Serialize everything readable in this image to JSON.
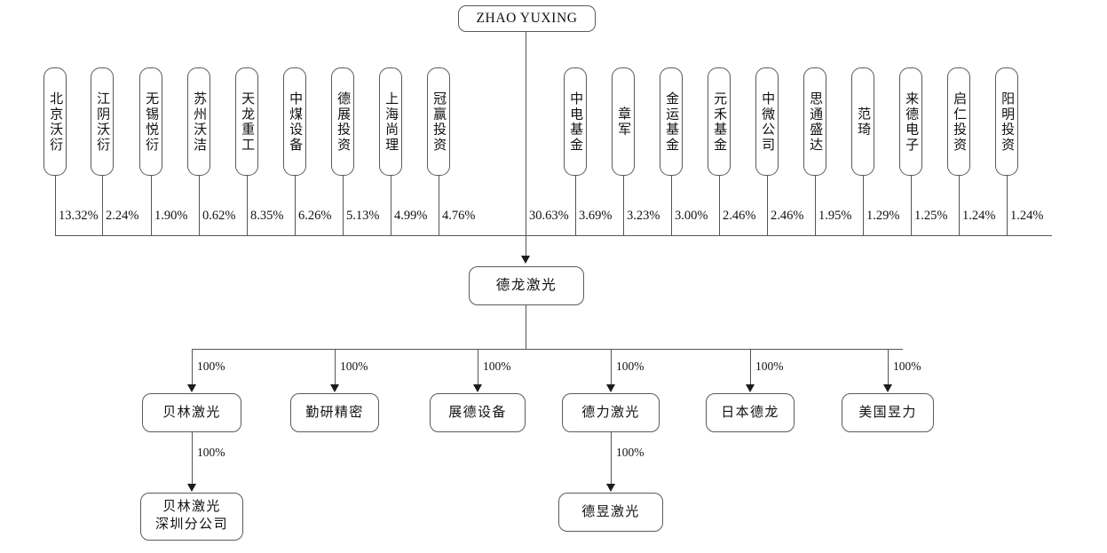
{
  "diagram": {
    "title_node": {
      "label": "ZHAO YUXING"
    },
    "holding_company": {
      "label": "德龙激光"
    },
    "shareholders": [
      {
        "label": "北京沃衍",
        "pct": "13.32%"
      },
      {
        "label": "江阴沃衍",
        "pct": "2.24%"
      },
      {
        "label": "无锡悦衍",
        "pct": "1.90%"
      },
      {
        "label": "苏州沃洁",
        "pct": "0.62%"
      },
      {
        "label": "天龙重工",
        "pct": "8.35%"
      },
      {
        "label": "中煤设备",
        "pct": "6.26%"
      },
      {
        "label": "德展投资",
        "pct": "5.13%"
      },
      {
        "label": "上海尚理",
        "pct": "4.99%"
      },
      {
        "label": "冠赢投资",
        "pct": "4.76%"
      },
      {
        "label": "中电基金",
        "pct": "30.63%"
      },
      {
        "label": "章军",
        "pct": "3.69%"
      },
      {
        "label": "金运基金",
        "pct": "3.23%"
      },
      {
        "label": "元禾基金",
        "pct": "3.00%"
      },
      {
        "label": "中微公司",
        "pct": "2.46%"
      },
      {
        "label": "思通盛达",
        "pct": "2.46%"
      },
      {
        "label": "范琦",
        "pct": "1.95%"
      },
      {
        "label": "来德电子",
        "pct": "1.29%"
      },
      {
        "label": "启仁投资",
        "pct": "1.25%"
      },
      {
        "label": "阳明投资",
        "pct": "1.24%"
      },
      {
        "label": "",
        "pct": "1.24%"
      }
    ],
    "subsidiaries": [
      {
        "label": "贝林激光",
        "pct": "100%"
      },
      {
        "label": "勤研精密",
        "pct": "100%"
      },
      {
        "label": "展德设备",
        "pct": "100%"
      },
      {
        "label": "德力激光",
        "pct": "100%"
      },
      {
        "label": "日本德龙",
        "pct": "100%"
      },
      {
        "label": "美国昱力",
        "pct": "100%"
      }
    ],
    "grandchildren": [
      {
        "label_line1": "贝林激光",
        "label_line2": "深圳分公司",
        "pct": "100%",
        "parent": "贝林激光"
      },
      {
        "label_line1": "德昱激光",
        "label_line2": "",
        "pct": "100%",
        "parent": "德力激光"
      }
    ],
    "colors": {
      "border": "#5a5a5a",
      "line": "#555555",
      "text": "#111111",
      "background": "#ffffff"
    }
  }
}
